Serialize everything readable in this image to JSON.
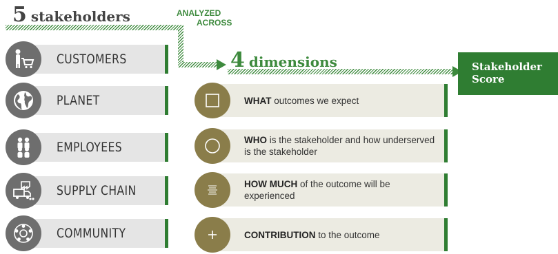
{
  "header": {
    "stakeholders_number": "5",
    "stakeholders_word": "stakeholders",
    "connector_line1": "ANALYZED",
    "connector_line2": "ACROSS",
    "dimensions_number": "4",
    "dimensions_word": "dimensions"
  },
  "score": {
    "line1": "Stakeholder",
    "line2": "Score"
  },
  "stakeholders": [
    {
      "label": "CUSTOMERS",
      "icon": "customer-cart-icon"
    },
    {
      "label": "PLANET",
      "icon": "globe-icon"
    },
    {
      "label": "EMPLOYEES",
      "icon": "people-group-icon"
    },
    {
      "label": "SUPPLY CHAIN",
      "icon": "factory-truck-icon"
    },
    {
      "label": "COMMUNITY",
      "icon": "community-circle-icon"
    }
  ],
  "dimensions": [
    {
      "bold": "WHAT",
      "rest": " outcomes we expect",
      "icon": "square-icon"
    },
    {
      "bold": "WHO",
      "rest": " is the stakeholder and how underserved is the stakeholder",
      "icon": "circle-icon"
    },
    {
      "bold": "HOW MUCH",
      "rest": " of the outcome will be experienced",
      "icon": "lines-icon"
    },
    {
      "bold": "CONTRIBUTION",
      "rest": " to the outcome",
      "icon": "plus-icon"
    }
  ],
  "colors": {
    "green": "#2f7d32",
    "olive": "#8a7d4a",
    "gray_circle": "#6e6e6e"
  }
}
